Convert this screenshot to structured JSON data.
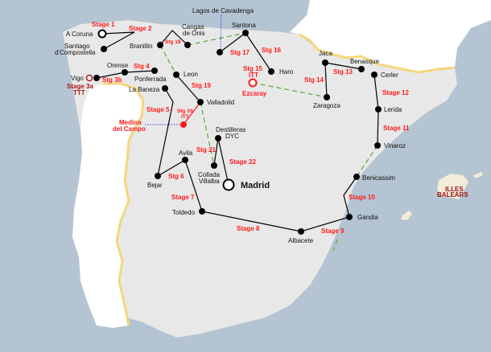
{
  "map": {
    "colors": {
      "sea": "#b4c4d2",
      "land": "#e8e8e8",
      "neighbor": "#ffffff",
      "border": "#f5d77a",
      "route": "#000000",
      "transfer": "#55aa33",
      "stage_label": "#ff1a1a",
      "tt_label": "#b01515"
    },
    "cities": [
      "Lagos de Cavadenga",
      "A Coruna",
      "Santiago",
      "d'Compostella",
      "Branillin",
      "Cangas",
      "de Onis",
      "Santona",
      "Haro",
      "Orense",
      "Ponferrada",
      "Vigo",
      "La Baneza",
      "Leon",
      "Valladolid",
      "Destilleras",
      "DYC",
      "Avila",
      "Bejar",
      "Collada",
      "Villalba",
      "Madrid",
      "Toldedo",
      "Albacete",
      "Gandia",
      "Benicassim",
      "Vinaroz",
      "Lerida",
      "Cerler",
      "Benasque",
      "Jaca",
      "Zaragoza"
    ],
    "stages": [
      "Stage 1",
      "Stage 2",
      "Stg 18",
      "Stg 17",
      "Stg 16",
      "Stg 15",
      "ITT",
      "Ezcaray",
      "Stg 4",
      "Stg 3b",
      "Stg 19",
      "Stage 5",
      "Stg 20",
      "ITT",
      "Medina",
      "del Campo",
      "Stg 21",
      "Stage 22",
      "Stg 6",
      "Stage 7",
      "Stage 8",
      "Stage 9",
      "Stage 10",
      "Stage 11",
      "Stage 12",
      "Stg 13",
      "Stg 14"
    ],
    "tt_labels": [
      "Stage 3a",
      "TTT"
    ],
    "region_label": [
      "ILLES",
      "BALEARS"
    ]
  }
}
